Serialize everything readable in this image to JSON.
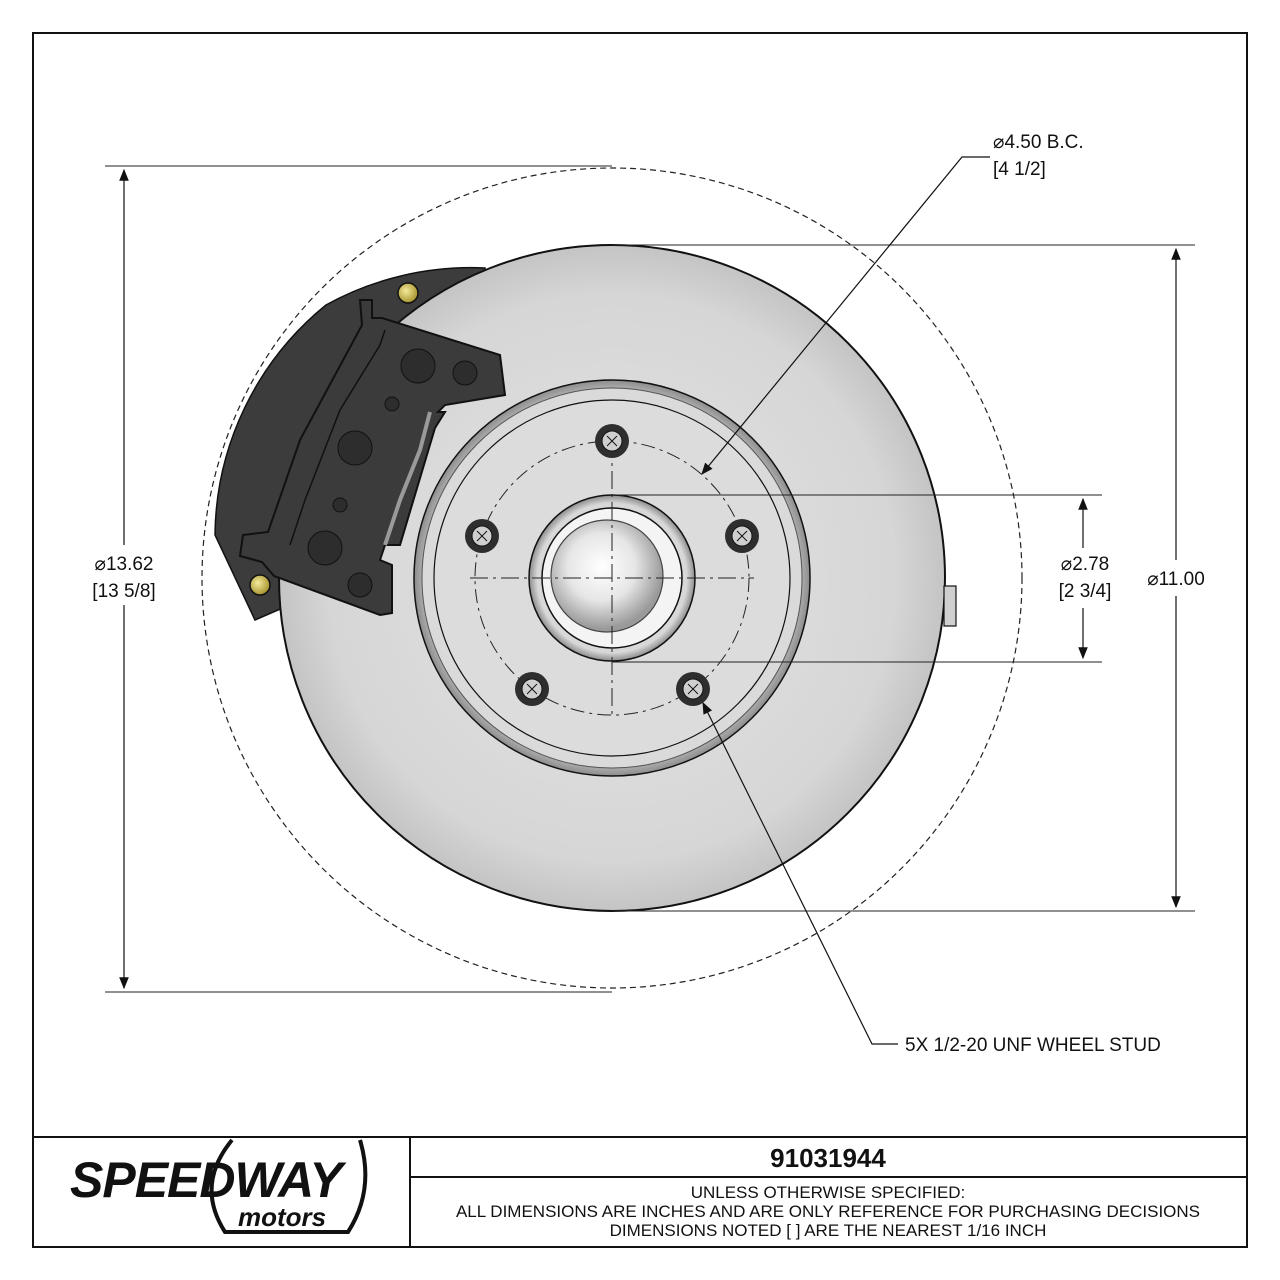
{
  "dimensions": {
    "bolt_circle": {
      "value": "⌀4.50 B.C.",
      "fraction": "[4 1/2]"
    },
    "overall_diameter": {
      "value": "⌀13.62",
      "fraction": "[13 5/8]"
    },
    "hub_pilot": {
      "value": "⌀2.78",
      "fraction": "[2 3/4]"
    },
    "rotor_diameter": {
      "value": "⌀11.00"
    },
    "wheel_stud_note": "5X 1/2-20 UNF WHEEL STUD"
  },
  "title_block": {
    "part_number": "91031944",
    "notes": [
      "UNLESS OTHERWISE SPECIFIED:",
      "ALL DIMENSIONS ARE INCHES AND ARE ONLY REFERENCE FOR PURCHASING DECISIONS",
      "DIMENSIONS NOTED [ ] ARE THE NEAREST 1/16 INCH"
    ],
    "logo": {
      "main": "SPEEDWAY",
      "sub": "motors"
    }
  },
  "colors": {
    "rotor": "#d9d9d9",
    "caliper": "#3a3a3a",
    "stud_hardware": "#c8b84a",
    "line": "#111111"
  }
}
